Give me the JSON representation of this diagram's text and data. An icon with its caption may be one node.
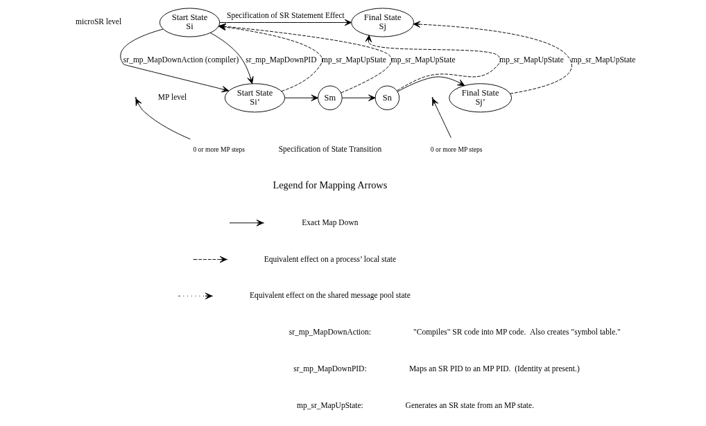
{
  "diagram": {
    "nodes": [
      {
        "text": [
          "Start State",
          "Si"
        ]
      },
      {
        "text": [
          "Final State",
          "Sj"
        ]
      },
      {
        "text": [
          "Start State",
          "Si’"
        ]
      },
      {
        "text": [
          "Sm"
        ]
      },
      {
        "text": [
          "Sn"
        ]
      },
      {
        "text": [
          "Final State",
          "Sj’"
        ]
      },
      {
        "text": [
          "0 or more MP steps"
        ]
      },
      {
        "text": [
          "0 or more MP steps"
        ]
      }
    ],
    "edges": [
      {
        "from": 0,
        "to": 1,
        "arrow": "to",
        "label": "Specification of SR Statement Effect"
      },
      {
        "from": 0,
        "to": 2,
        "arrow": "to",
        "label": "sr_mp_MapDownAction (compiler)"
      },
      {
        "from": 0,
        "to": 2,
        "arrow": "to",
        "label": "sr_mp_MapDownPID"
      },
      {
        "from": 2,
        "to": 0,
        "arrow": "to",
        "label": "mp_sr_MapUpState",
        "style": "dashed"
      },
      {
        "from": 3,
        "to": 0,
        "arrow": "to",
        "label": "mp_sr_MapUpState",
        "style": "dashed"
      },
      {
        "from": 4,
        "to": 1,
        "arrow": "to",
        "label": "mp_sr_MapUpState",
        "style": "dashed"
      },
      {
        "from": 5,
        "to": 1,
        "arrow": "to",
        "label": "mp_sr_MapUpState",
        "style": "dashed"
      },
      {
        "from": 2,
        "to": 3,
        "arrow": "to"
      },
      {
        "from": 3,
        "to": 4,
        "arrow": "to"
      },
      {
        "from": 4,
        "to": 5,
        "arrow": "to"
      },
      {
        "from": 6,
        "to": null,
        "arrow": "to"
      },
      {
        "from": 7,
        "to": null,
        "arrow": "to"
      }
    ],
    "labels": [
      "microSR level",
      "MP level",
      "Specification of State Transition",
      "Legend for Mapping Arrows",
      "sr_mp_MapDownAction:",
      "\"Compiles\" SR code into MP code.  Also creates \"symbol table.\"",
      "sr_mp_MapDownPID:",
      "Maps an SR PID to an MP PID.  (Identity at present.)",
      "mp_sr_MapUpState:",
      "Generates an SR state from an MP state."
    ],
    "legend": [
      {
        "text": "Exact Map Down"
      },
      {
        "text": "Equivalent effect on a process’ local state"
      },
      {
        "text": "Equivalent effect on the shared message pool state"
      }
    ]
  }
}
